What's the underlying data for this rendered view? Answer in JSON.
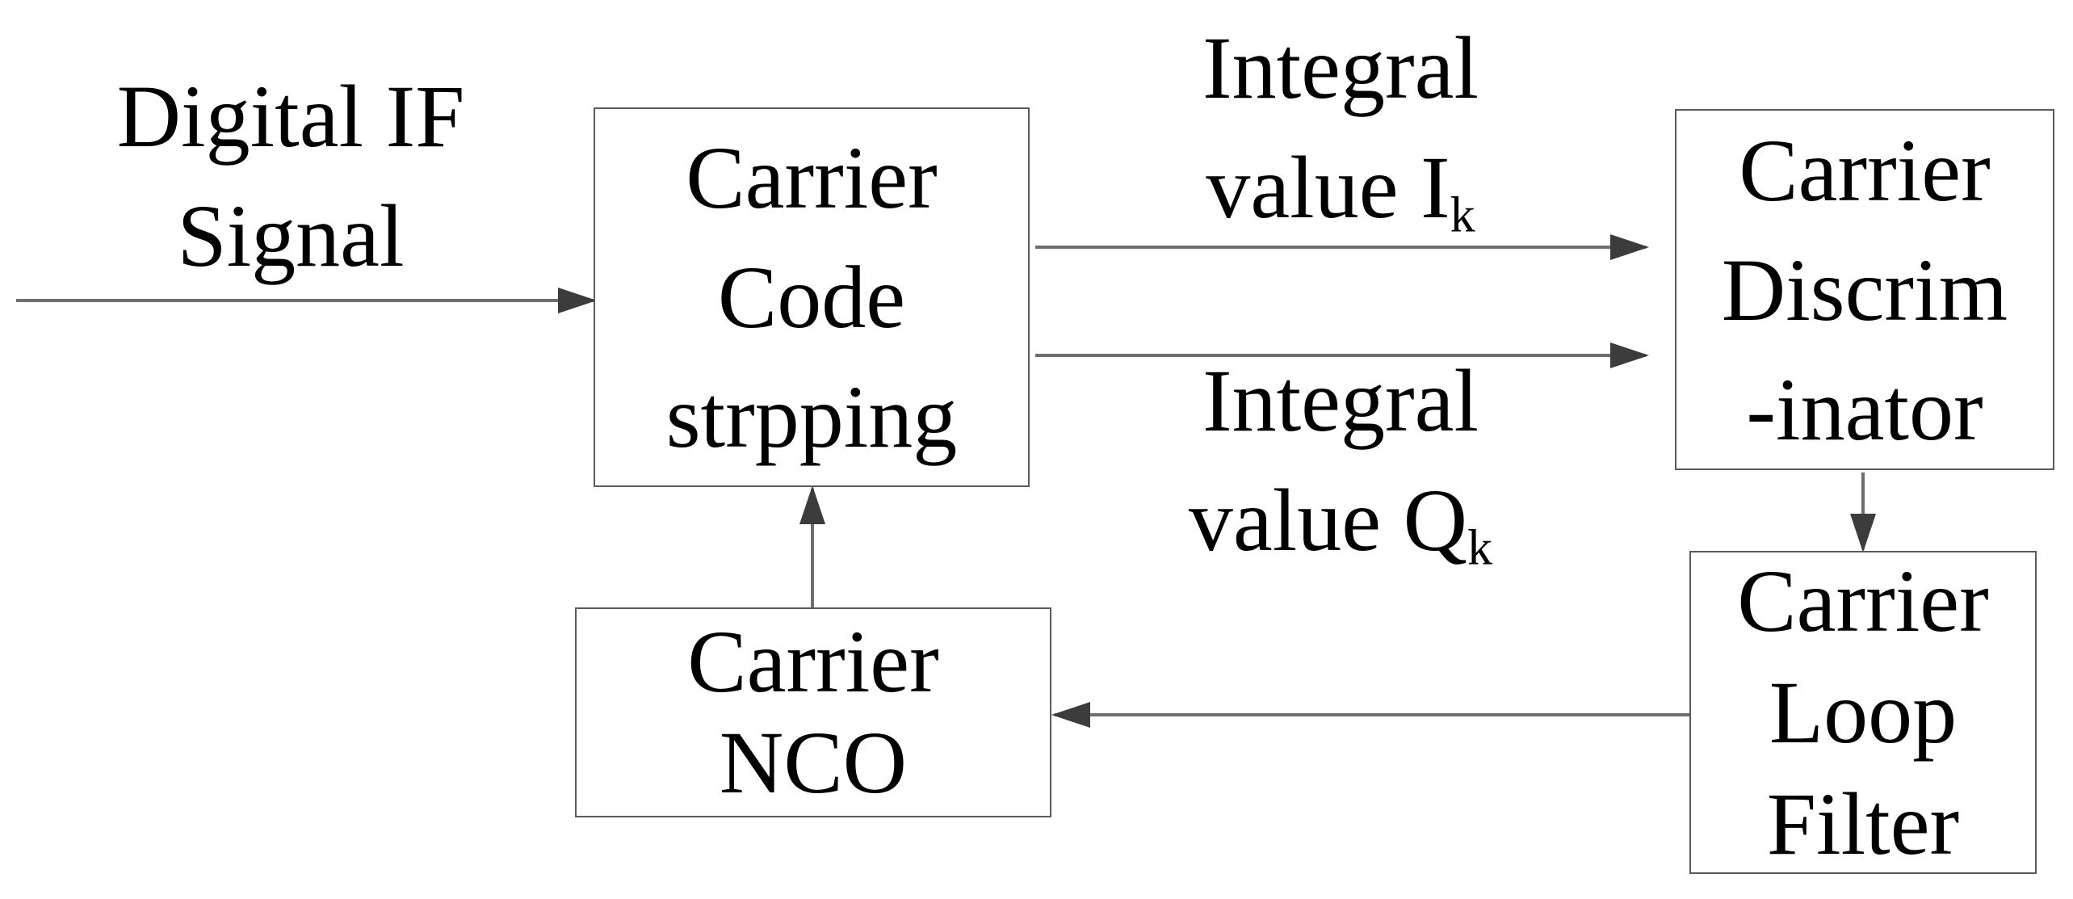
{
  "input_label": {
    "lines": [
      "Digital IF",
      "Signal"
    ]
  },
  "blocks": {
    "stripping": {
      "lines": [
        "Carrier",
        "Code",
        "strpping"
      ]
    },
    "discriminator": {
      "lines": [
        "Carrier",
        "Discrim",
        "-inator"
      ]
    },
    "loop_filter": {
      "lines": [
        "Carrier",
        "Loop",
        "Filter"
      ]
    },
    "nco": {
      "lines": [
        "Carrier",
        "NCO"
      ]
    }
  },
  "signals": {
    "i": {
      "line1": "Integral",
      "prefix": "value I",
      "subscript": "k"
    },
    "q": {
      "line1": "Integral",
      "prefix": "value Q",
      "subscript": "k"
    }
  },
  "colors": {
    "block_border": "#5a5a5a",
    "wire": "#6e6e6e",
    "arrowhead": "#3c3c3c",
    "text": "#000000"
  }
}
